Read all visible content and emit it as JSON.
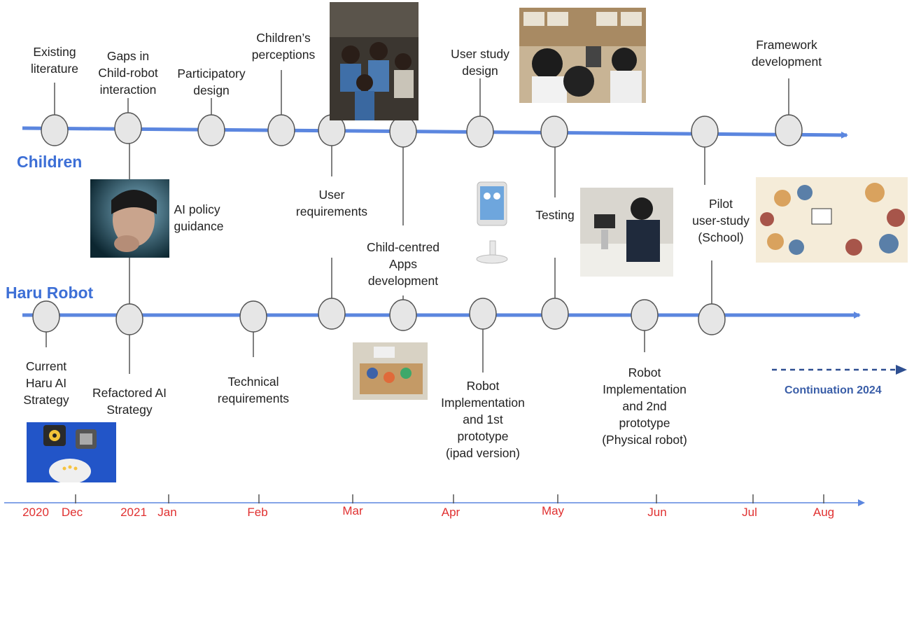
{
  "lanes": {
    "children": "Children",
    "robot": "Haru Robot"
  },
  "children_milestones": [
    {
      "label": "Existing\nliterature"
    },
    {
      "label": "Gaps in\nChild-robot\ninteraction"
    },
    {
      "label": "Participatory\ndesign"
    },
    {
      "label": "Children’s\nperceptions"
    },
    {
      "label": "User\nrequirements"
    },
    {
      "label": "Child-centred\nApps\ndevelopment"
    },
    {
      "label": "User study\ndesign"
    },
    {
      "label": "Testing"
    },
    {
      "label": "Pilot\nuser-study\n(School)"
    },
    {
      "label": "Framework\ndevelopment"
    }
  ],
  "robot_milestones": [
    {
      "label": "Current\nHaru AI\nStrategy"
    },
    {
      "label": "Refactored AI\nStrategy"
    },
    {
      "label": "Technical\nrequirements"
    },
    {
      "label": "Robot\nImplementation\nand 1st\nprototype\n(ipad version)"
    },
    {
      "label": "Robot\nImplementation\nand 2nd\nprototype\n(Physical robot)"
    }
  ],
  "ai_policy": "AI policy\nguidance",
  "months": [
    "2020",
    "Dec",
    "2021",
    "Jan",
    "Feb",
    "Mar",
    "Apr",
    "May",
    "Jun",
    "Jul",
    "Aug"
  ],
  "continuation": "Continuation 2024",
  "colors": {
    "track": "#5b86df",
    "node_fill": "#e6e6e6",
    "node_stroke": "#555555",
    "month": "#e03030",
    "lane_title": "#3d6fd6"
  }
}
